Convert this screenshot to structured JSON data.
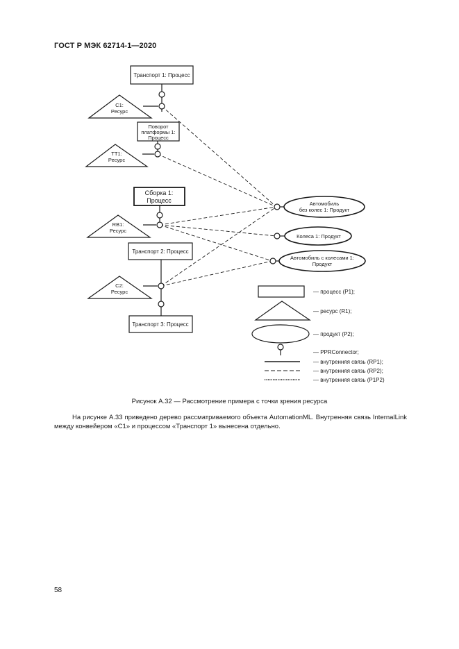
{
  "header": {
    "standard": "ГОСТ Р МЭК 62714-1—2020"
  },
  "diagram": {
    "processes": {
      "transport1": "Транспорт 1: Процесс",
      "turntable1": [
        "Поворот",
        "платформы 1:",
        "Процесс"
      ],
      "assembly1": [
        "Сборка 1:",
        "Процесс"
      ],
      "transport2": "Транспорт 2: Процесс",
      "transport3": "Транспорт 3: Процесс"
    },
    "resources": {
      "c1": [
        "C1:",
        "Ресурс"
      ],
      "tt1": [
        "TT1:",
        "Ресурс"
      ],
      "rb1": [
        "RB1:",
        "Ресурс"
      ],
      "c2": [
        "C2:",
        "Ресурс"
      ]
    },
    "products": {
      "car_no_wheels": [
        "Автомобиль",
        "без колес 1: Продукт"
      ],
      "wheels": "Колеса 1: Продукт",
      "car_with_wheels": [
        "Автомобиль с колесами 1:",
        "Продукт"
      ]
    },
    "legend": {
      "process": "— процесс (P1);",
      "resource": "— ресурс (R1);",
      "product": "— продукт (P2);",
      "connector": "— PPRConnector;",
      "link_rp1": "— внутренняя связь (RP1);",
      "link_rp2": "— внутренняя связь (RP2);",
      "link_p1p2": "— внутренняя связь (P1P2)"
    }
  },
  "caption": "Рисунок А.32 — Рассмотрение примера с точки зрения ресурса",
  "paragraph": "На рисунке А.33 приведено дерево рассматриваемого объекта AutomationML. Внутренняя связь InternalLink между конвейером «C1» и процессом «Транспорт 1» вынесена отдельно.",
  "page_number": "58"
}
